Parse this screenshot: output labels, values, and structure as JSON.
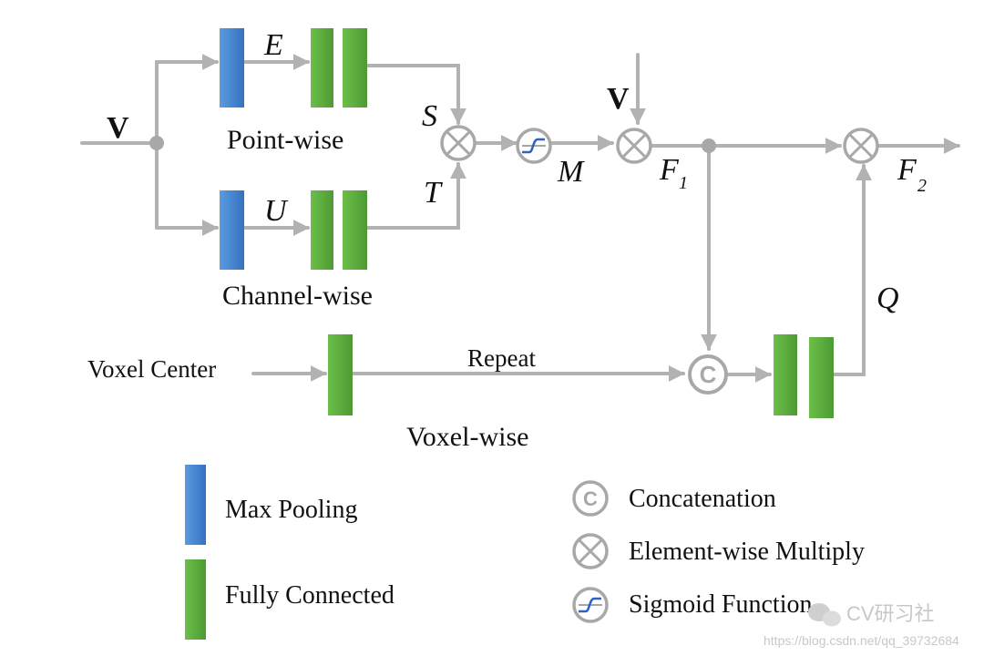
{
  "diagram": {
    "inputs": {
      "v_left": "V",
      "v_top": "V",
      "voxel_center": "Voxel Center"
    },
    "branch_labels": {
      "point_wise": "Point-wise",
      "channel_wise": "Channel-wise",
      "voxel_wise": "Voxel-wise",
      "repeat": "Repeat"
    },
    "symbols": {
      "E": "E",
      "U": "U",
      "S": "S",
      "T": "T",
      "M": "M",
      "F1_main": "F",
      "F1_sub": "1",
      "F2_main": "F",
      "F2_sub": "2",
      "Q": "Q"
    },
    "concat_glyph": "C"
  },
  "legend": {
    "max_pooling": "Max Pooling",
    "fully_connected": "Fully Connected",
    "concatenation": "Concatenation",
    "element_wise_multiply": "Element-wise Multiply",
    "sigmoid_function": "Sigmoid Function"
  },
  "watermark": {
    "brand": "CV研习社",
    "url": "https://blog.csdn.net/qq_39732684"
  },
  "colors": {
    "max_pool_blue": "#3f7fcc",
    "fc_green": "#58a93c",
    "arrow_gray": "#b2b2b2",
    "op_gray": "#a8a8a8"
  }
}
